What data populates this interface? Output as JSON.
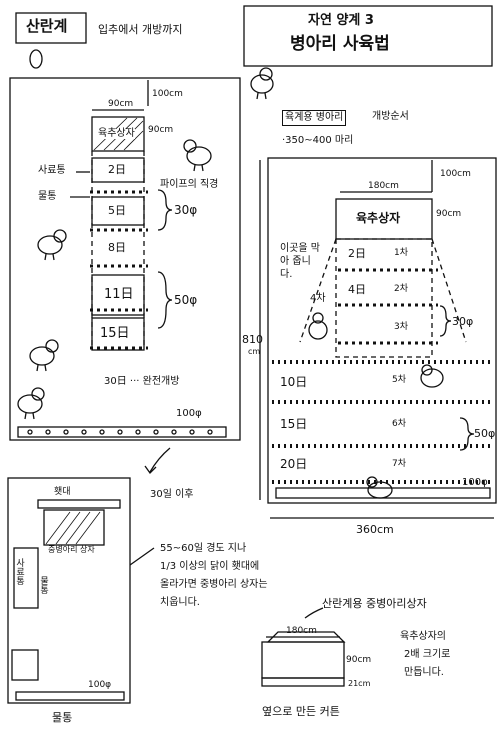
{
  "header_left": {
    "label": "산란계",
    "note": "입추에서 개방까지"
  },
  "header_right": {
    "line1": "자연 양계 3",
    "line2": "병아리 사육법"
  },
  "left_diagram": {
    "dim_100": "100cm",
    "dim_90w": "90cm",
    "dim_90h": "90cm",
    "brooder": "육추상자",
    "feed_label": "사료통",
    "water_label": "물통",
    "pipe_label": "파이프의 직경",
    "pipe_30": "30φ",
    "pipe_50": "50φ",
    "d2": "2日",
    "d5": "5日",
    "d8": "8日",
    "d11": "11日",
    "d15": "15日",
    "d30": "30日 ··· 완전개방",
    "bottom_pipe": "100φ"
  },
  "right_diagram": {
    "title": "육계용 병아리",
    "order": "개방순서",
    "count": "·350~400 마리",
    "dim_180": "180cm",
    "dim_90": "90cm",
    "dim_100": "100cm",
    "brooder": "육추상자",
    "side_note": "이곳을 막아 줍니다.",
    "stage4": "4차",
    "pipe_30": "30φ",
    "pipe_50": "50φ",
    "height": "810",
    "height_unit": "cm",
    "rows": [
      {
        "day": "2日",
        "stage": "1차"
      },
      {
        "day": "4日",
        "stage": "2차"
      },
      {
        "day": "",
        "stage": "3차"
      },
      {
        "day": "10日",
        "stage": "5차"
      },
      {
        "day": "15日",
        "stage": "6차"
      },
      {
        "day": "20日",
        "stage": "7차"
      }
    ],
    "bottom_pipe": "100φ",
    "width": "360cm"
  },
  "bottom_left": {
    "after": "30일 이후",
    "shelf": "횃대",
    "box": "중병아리 상자",
    "feeder": "사료통",
    "water": "물통",
    "pipe": "100φ",
    "bottom": "물통"
  },
  "note_text": {
    "line1": "55~60일 경도 지나",
    "line2": "1/3 이상의 닭이 횃대에",
    "line3": "올라가면 중병아리 상자는",
    "line4": "치웁니다."
  },
  "box_detail": {
    "title": "산란계용 중병아리상자",
    "w": "180cm",
    "h": "90cm",
    "leg": "21cm",
    "note1": "육추상자의",
    "note2": "2배 크기로",
    "note3": "만듭니다.",
    "caption": "옆으로 만든 커튼"
  }
}
